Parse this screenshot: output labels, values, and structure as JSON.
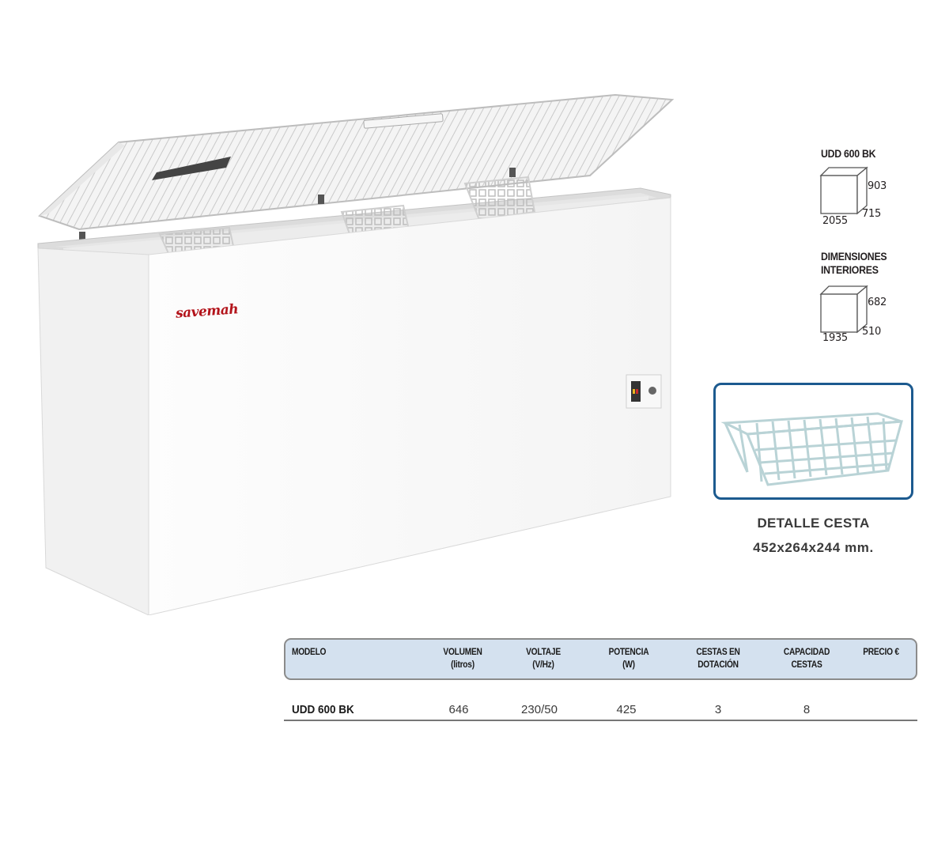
{
  "product": {
    "image_alt": "Chest freezer with open lid and three wire baskets",
    "brand": "savemah",
    "brand_color": "#b3141b"
  },
  "exterior_dimensions": {
    "title": "UDD 600 BK",
    "width": "2055",
    "depth": "715",
    "height": "903"
  },
  "interior_dimensions": {
    "title_line1": "DIMENSIONES",
    "title_line2": "INTERIORES",
    "width": "1935",
    "depth": "510",
    "height": "682"
  },
  "basket_detail": {
    "title": "DETALLE CESTA",
    "size": "452x264x244 mm.",
    "frame_color": "#1c5a8f"
  },
  "spec_table": {
    "header_bg": "#d4e1ef",
    "columns": [
      {
        "line1": "MODELO",
        "line2": ""
      },
      {
        "line1": "VOLUMEN",
        "line2": "(litros)"
      },
      {
        "line1": "VOLTAJE",
        "line2": "(V/Hz)"
      },
      {
        "line1": "POTENCIA",
        "line2": "(W)"
      },
      {
        "line1": "CESTAS EN",
        "line2": "DOTACIÓN"
      },
      {
        "line1": "CAPACIDAD",
        "line2": "CESTAS"
      },
      {
        "line1": "PRECIO €",
        "line2": ""
      }
    ],
    "rows": [
      {
        "modelo": "UDD 600 BK",
        "volumen": "646",
        "voltaje": "230/50",
        "potencia": "425",
        "cestas_dotacion": "3",
        "capacidad_cestas": "8",
        "precio": ""
      }
    ]
  }
}
